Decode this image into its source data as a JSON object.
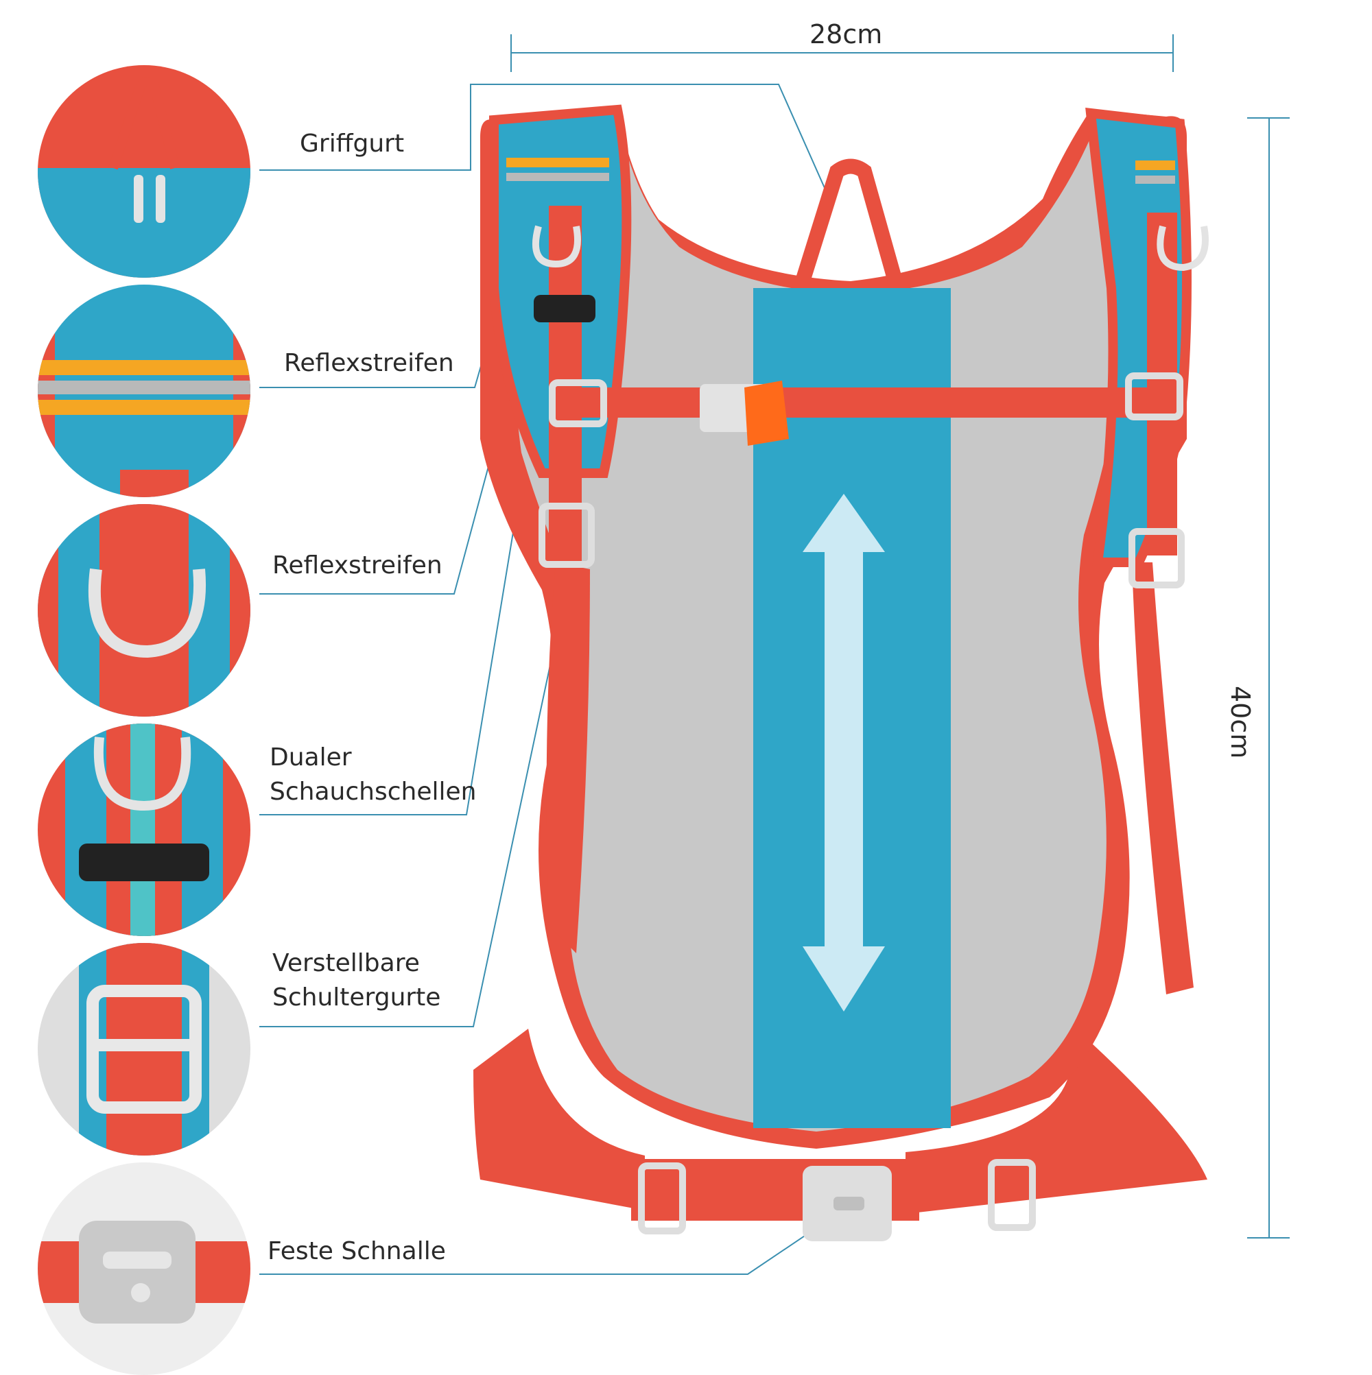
{
  "dimensions": {
    "width": "28cm",
    "height": "40cm"
  },
  "features": [
    {
      "label": "Griffgurt",
      "icon": "handle-strap-icon"
    },
    {
      "label": "Reflexstreifen",
      "icon": "reflective-strip-icon"
    },
    {
      "label": "Reflexstreifen",
      "icon": "d-ring-icon"
    },
    {
      "label": "Dualer\nSchauchschellen",
      "label_lines": [
        "Dualer",
        "Schauchschellen"
      ],
      "icon": "hose-clip-icon"
    },
    {
      "label": "Verstellbare\nSchultergurte",
      "label_lines": [
        "Verstellbare",
        "Schultergurte"
      ],
      "icon": "shoulder-strap-adjuster-icon"
    },
    {
      "label": "Feste Schnalle",
      "icon": "buckle-icon"
    }
  ],
  "colors": {
    "accent_blue": "#2fa6c8",
    "strap_red": "#e8503f",
    "reflective_orange": "#f5a623",
    "reflective_grey": "#b9b9b9",
    "mesh_grey": "#c8c8c8",
    "line_blue": "#3a8fb0"
  }
}
